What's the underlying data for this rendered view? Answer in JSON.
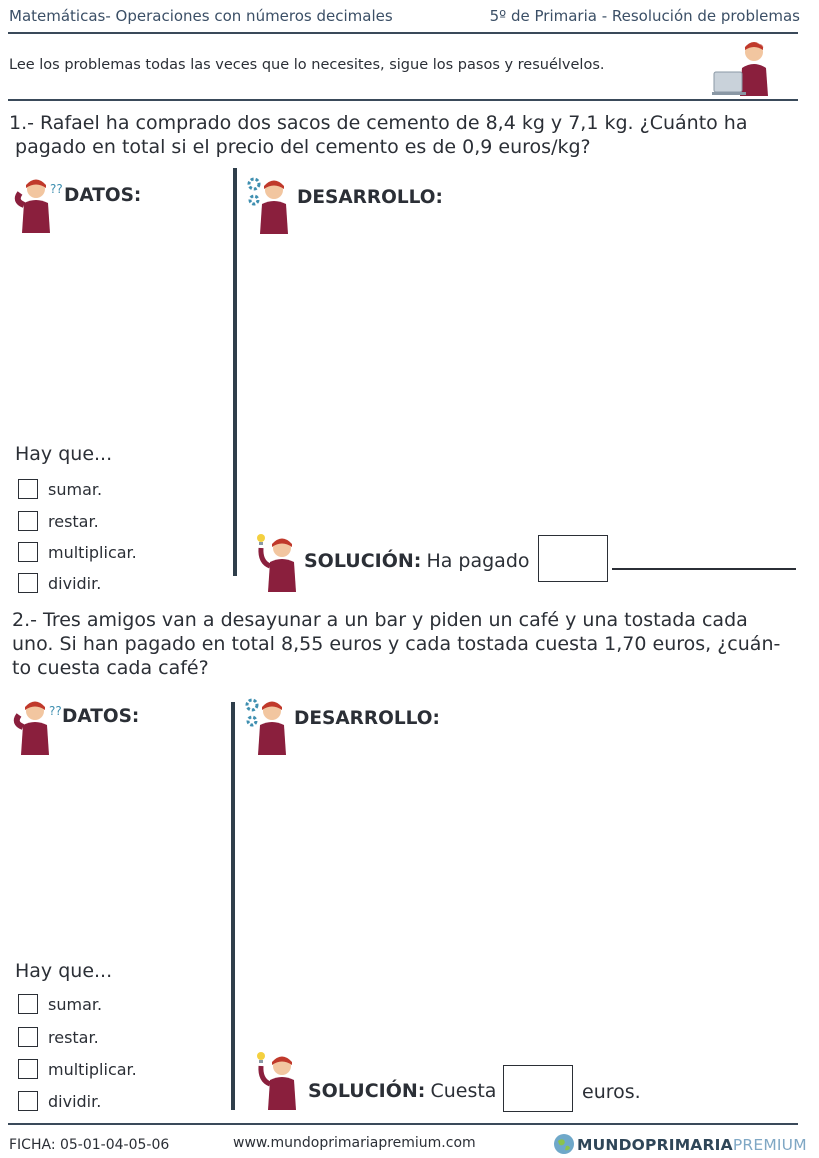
{
  "header": {
    "left": "Matemáticas- Operaciones con números decimales",
    "right": "5º de Primaria - Resolución de problemas"
  },
  "instructions": "Lee los problemas todas las veces que lo necesites, sigue los pasos y resuélvelos.",
  "problems": [
    {
      "lines": [
        "1.- Rafael ha comprado dos sacos de cemento de 8,4 kg y 7,1 kg. ¿Cuánto ha",
        " pagado en total si el precio del cemento es de 0,9 euros/kg?"
      ],
      "datos": "DATOS:",
      "desarrollo": "DESARROLLO:",
      "hay_que": "Hay que...",
      "options": [
        "sumar.",
        "restar.",
        "multiplicar.",
        "dividir."
      ],
      "solucion_label": "SOLUCIÓN:",
      "solucion_text": "Ha pagado",
      "solucion_after": ""
    },
    {
      "lines": [
        "2.- Tres amigos van a desayunar a un bar y piden un café y una tostada cada",
        "uno. Si han pagado en total 8,55 euros y cada tostada cuesta 1,70 euros, ¿cuán-",
        "to cuesta cada café?"
      ],
      "datos": "DATOS:",
      "desarrollo": "DESARROLLO:",
      "hay_que": "Hay que...",
      "options": [
        "sumar.",
        "restar.",
        "multiplicar.",
        "dividir."
      ],
      "solucion_label": "SOLUCIÓN:",
      "solucion_text": "Cuesta",
      "solucion_after": "euros."
    }
  ],
  "footer": {
    "ficha": "FICHA:  05-01-04-05-06",
    "url": "www.mundoprimariapremium.com",
    "brand_bold": "MUNDOPRIMARIA",
    "brand_light": "PREMIUM"
  },
  "colors": {
    "shirt": "#8a1f3d",
    "hair": "#c0392b",
    "skin": "#f2c6a0",
    "gear": "#3f8fb0",
    "bulb": "#f4d03f",
    "rule": "#3a4a5a"
  }
}
